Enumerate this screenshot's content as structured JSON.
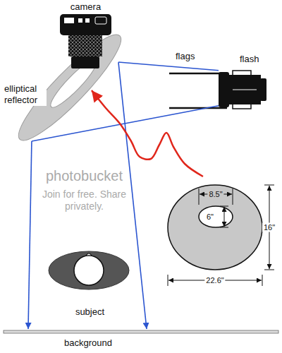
{
  "diagram": {
    "nodes": [
      {
        "text": [
          "camera"
        ]
      },
      {
        "text": [
          "elliptical reflector"
        ]
      },
      {
        "text": [
          "flash"
        ]
      },
      {
        "text": [
          "8.5\"",
          "6\"",
          "16\"",
          "22.6\""
        ]
      },
      {
        "text": [
          "subject"
        ]
      },
      {
        "text": [
          "background"
        ]
      }
    ],
    "edges": [
      {
        "from": 2,
        "to": 1,
        "arrow": "none"
      },
      {
        "from": 2,
        "to": 1,
        "arrow": "none"
      },
      {
        "from": 1,
        "to": 5,
        "arrow": "to"
      },
      {
        "from": 1,
        "to": 5,
        "arrow": "to"
      },
      {
        "from": 3,
        "to": 1,
        "arrow": "to"
      }
    ],
    "labels": [
      "flags",
      "photobucket",
      "Join for free. Share privately."
    ]
  }
}
